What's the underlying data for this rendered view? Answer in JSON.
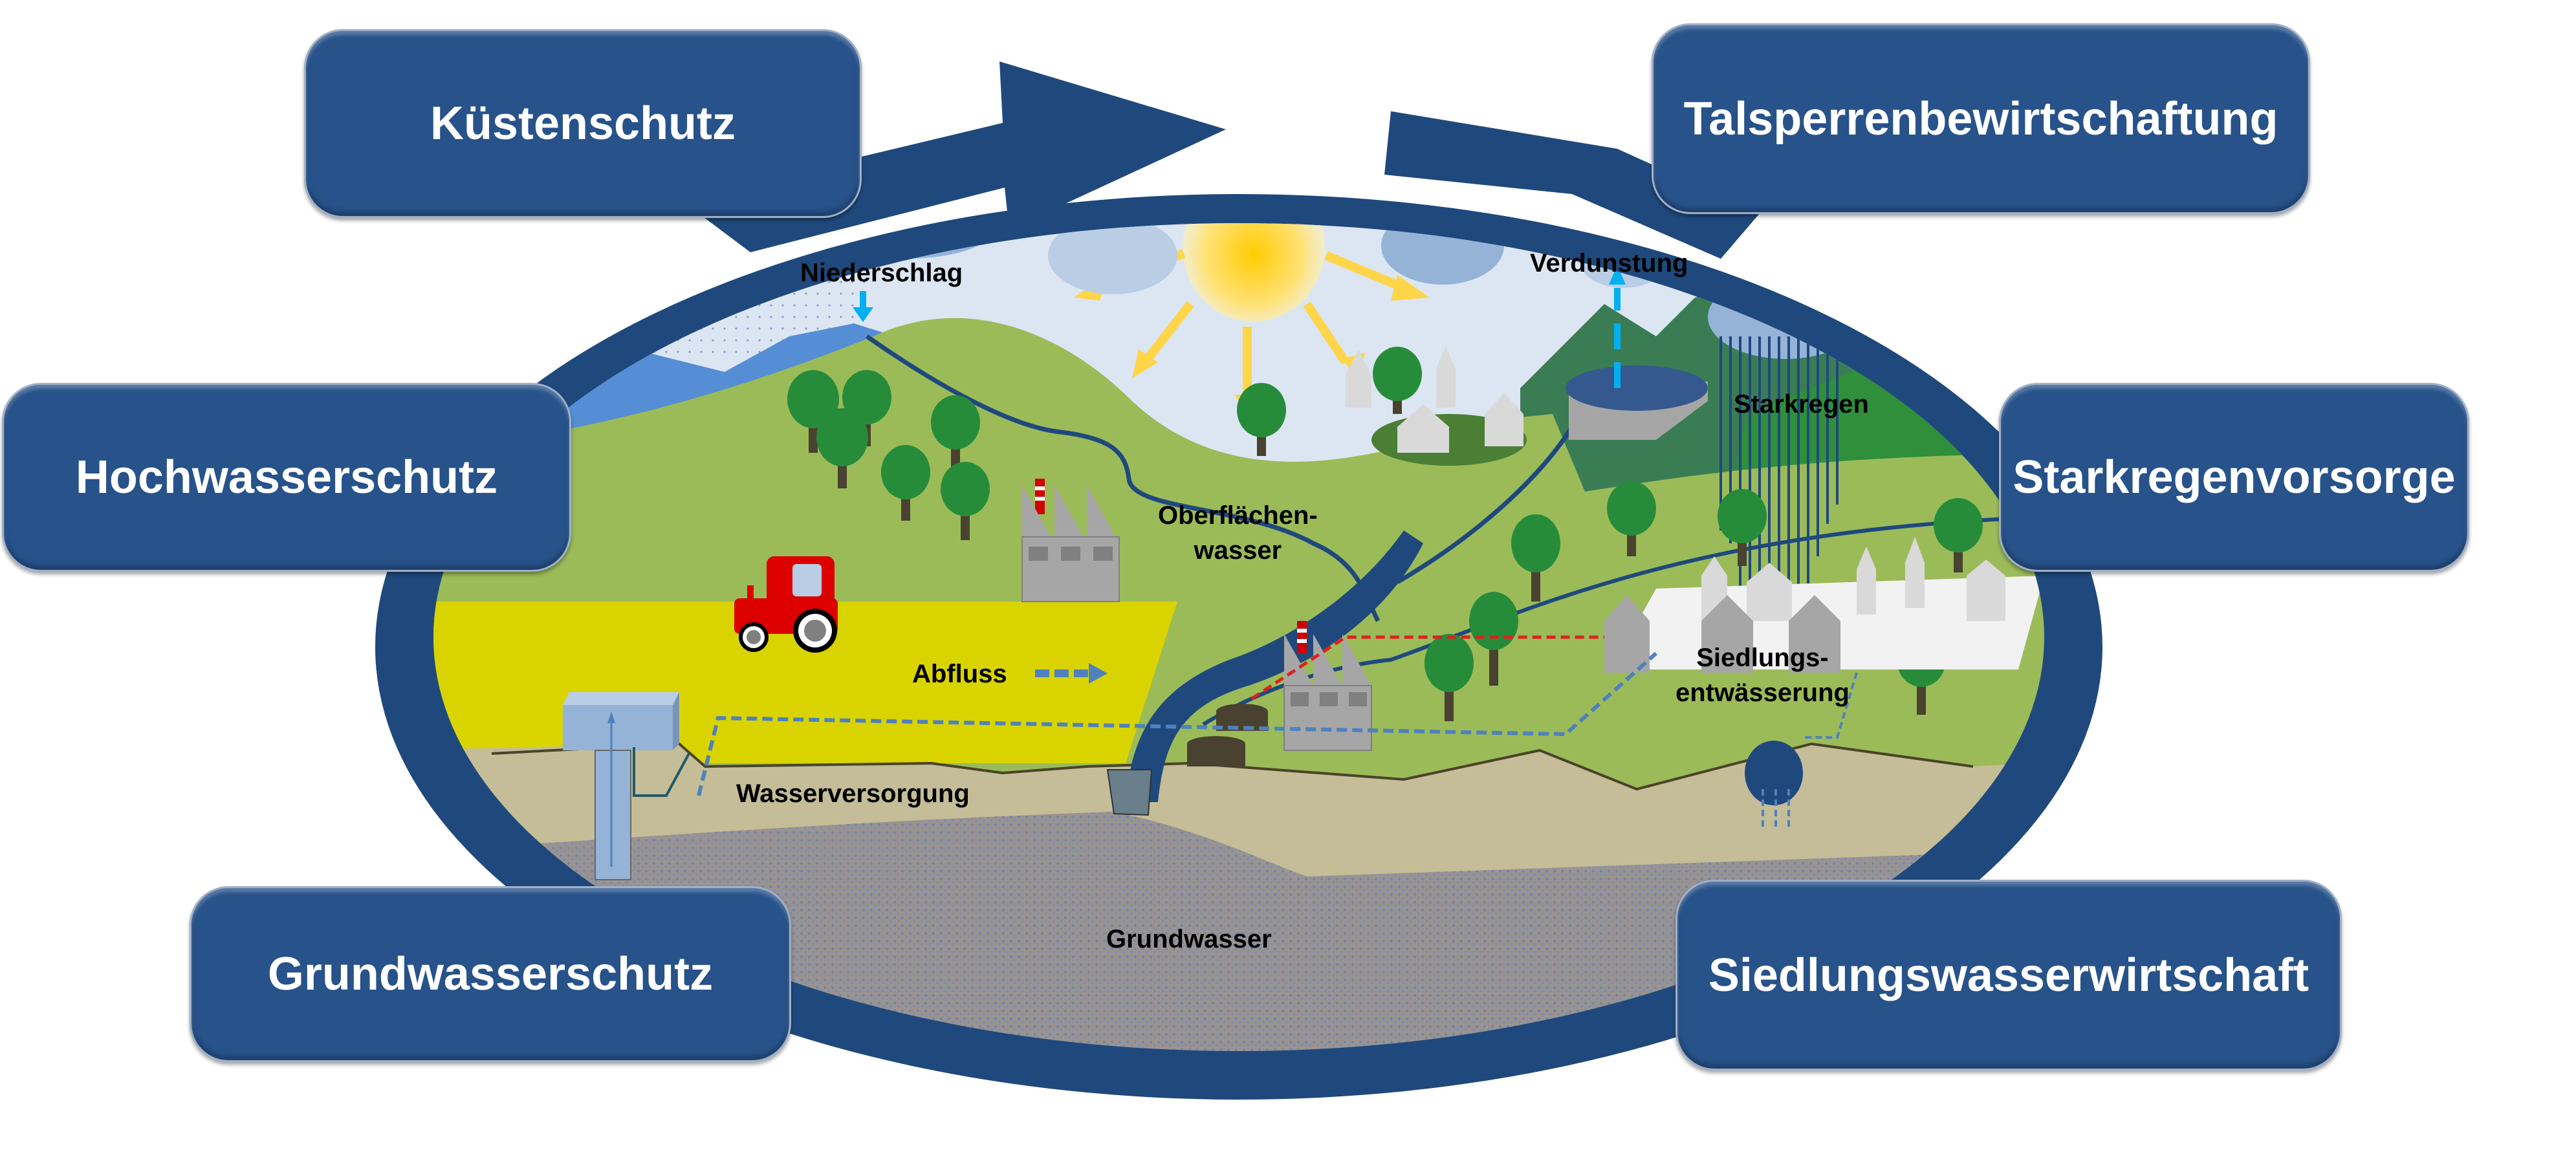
{
  "title": "Wasserkreislauf und Wasserwirtschaft",
  "colors": {
    "ring": "#1f497d",
    "box": "#27528a",
    "sky": "#dce6f2",
    "grass": "#9bbb59",
    "field": "#d9d400",
    "soil": "#c4bd97",
    "groundwater": "#8c8c8c",
    "river": "#1f497d",
    "sun": "#ffd200",
    "tree": "#278c3a",
    "tractor": "#dd0000"
  },
  "management_boxes": [
    {
      "id": "kuestenschutz",
      "label": "Küstenschutz"
    },
    {
      "id": "talsperren",
      "label": "Talsperrenbewirtschaftung"
    },
    {
      "id": "hochwasser",
      "label": "Hochwasserschutz"
    },
    {
      "id": "starkregenvorsorge",
      "label": "Starkregenvorsorge"
    },
    {
      "id": "grundwasserschutz",
      "label": "Grundwasserschutz"
    },
    {
      "id": "siedlungswasser",
      "label": "Siedlungswasserwirtschaft"
    }
  ],
  "scene_labels": {
    "niederschlag": "Niederschlag",
    "verdunstung": "Verdunstung",
    "starkregen": "Starkregen",
    "oberflaechenwasser_1": "Oberflächen-",
    "oberflaechenwasser_2": "wasser",
    "abfluss": "Abfluss",
    "siedlungsentwaesserung_1": "Siedlungs-",
    "siedlungsentwaesserung_2": "entwässerung",
    "wasserversorgung": "Wasserversorgung",
    "grundwasser": "Grundwasser"
  }
}
